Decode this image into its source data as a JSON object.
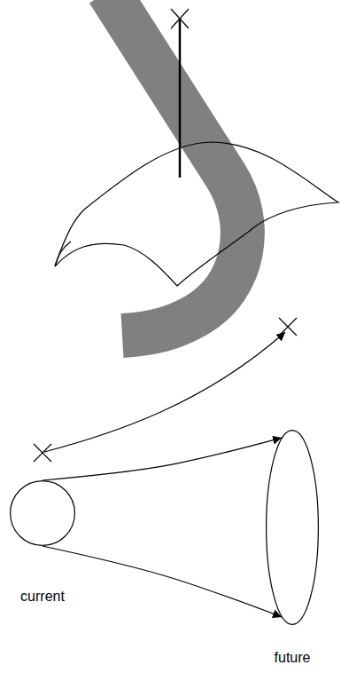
{
  "diagram": {
    "nodes": [
      {
        "text": [
          "current"
        ]
      },
      {
        "text": [
          "future"
        ]
      }
    ],
    "edges": [
      {
        "from": 0,
        "to": 1,
        "arrow": "to"
      },
      {
        "from": 0,
        "to": 1,
        "arrow": "to"
      }
    ]
  }
}
